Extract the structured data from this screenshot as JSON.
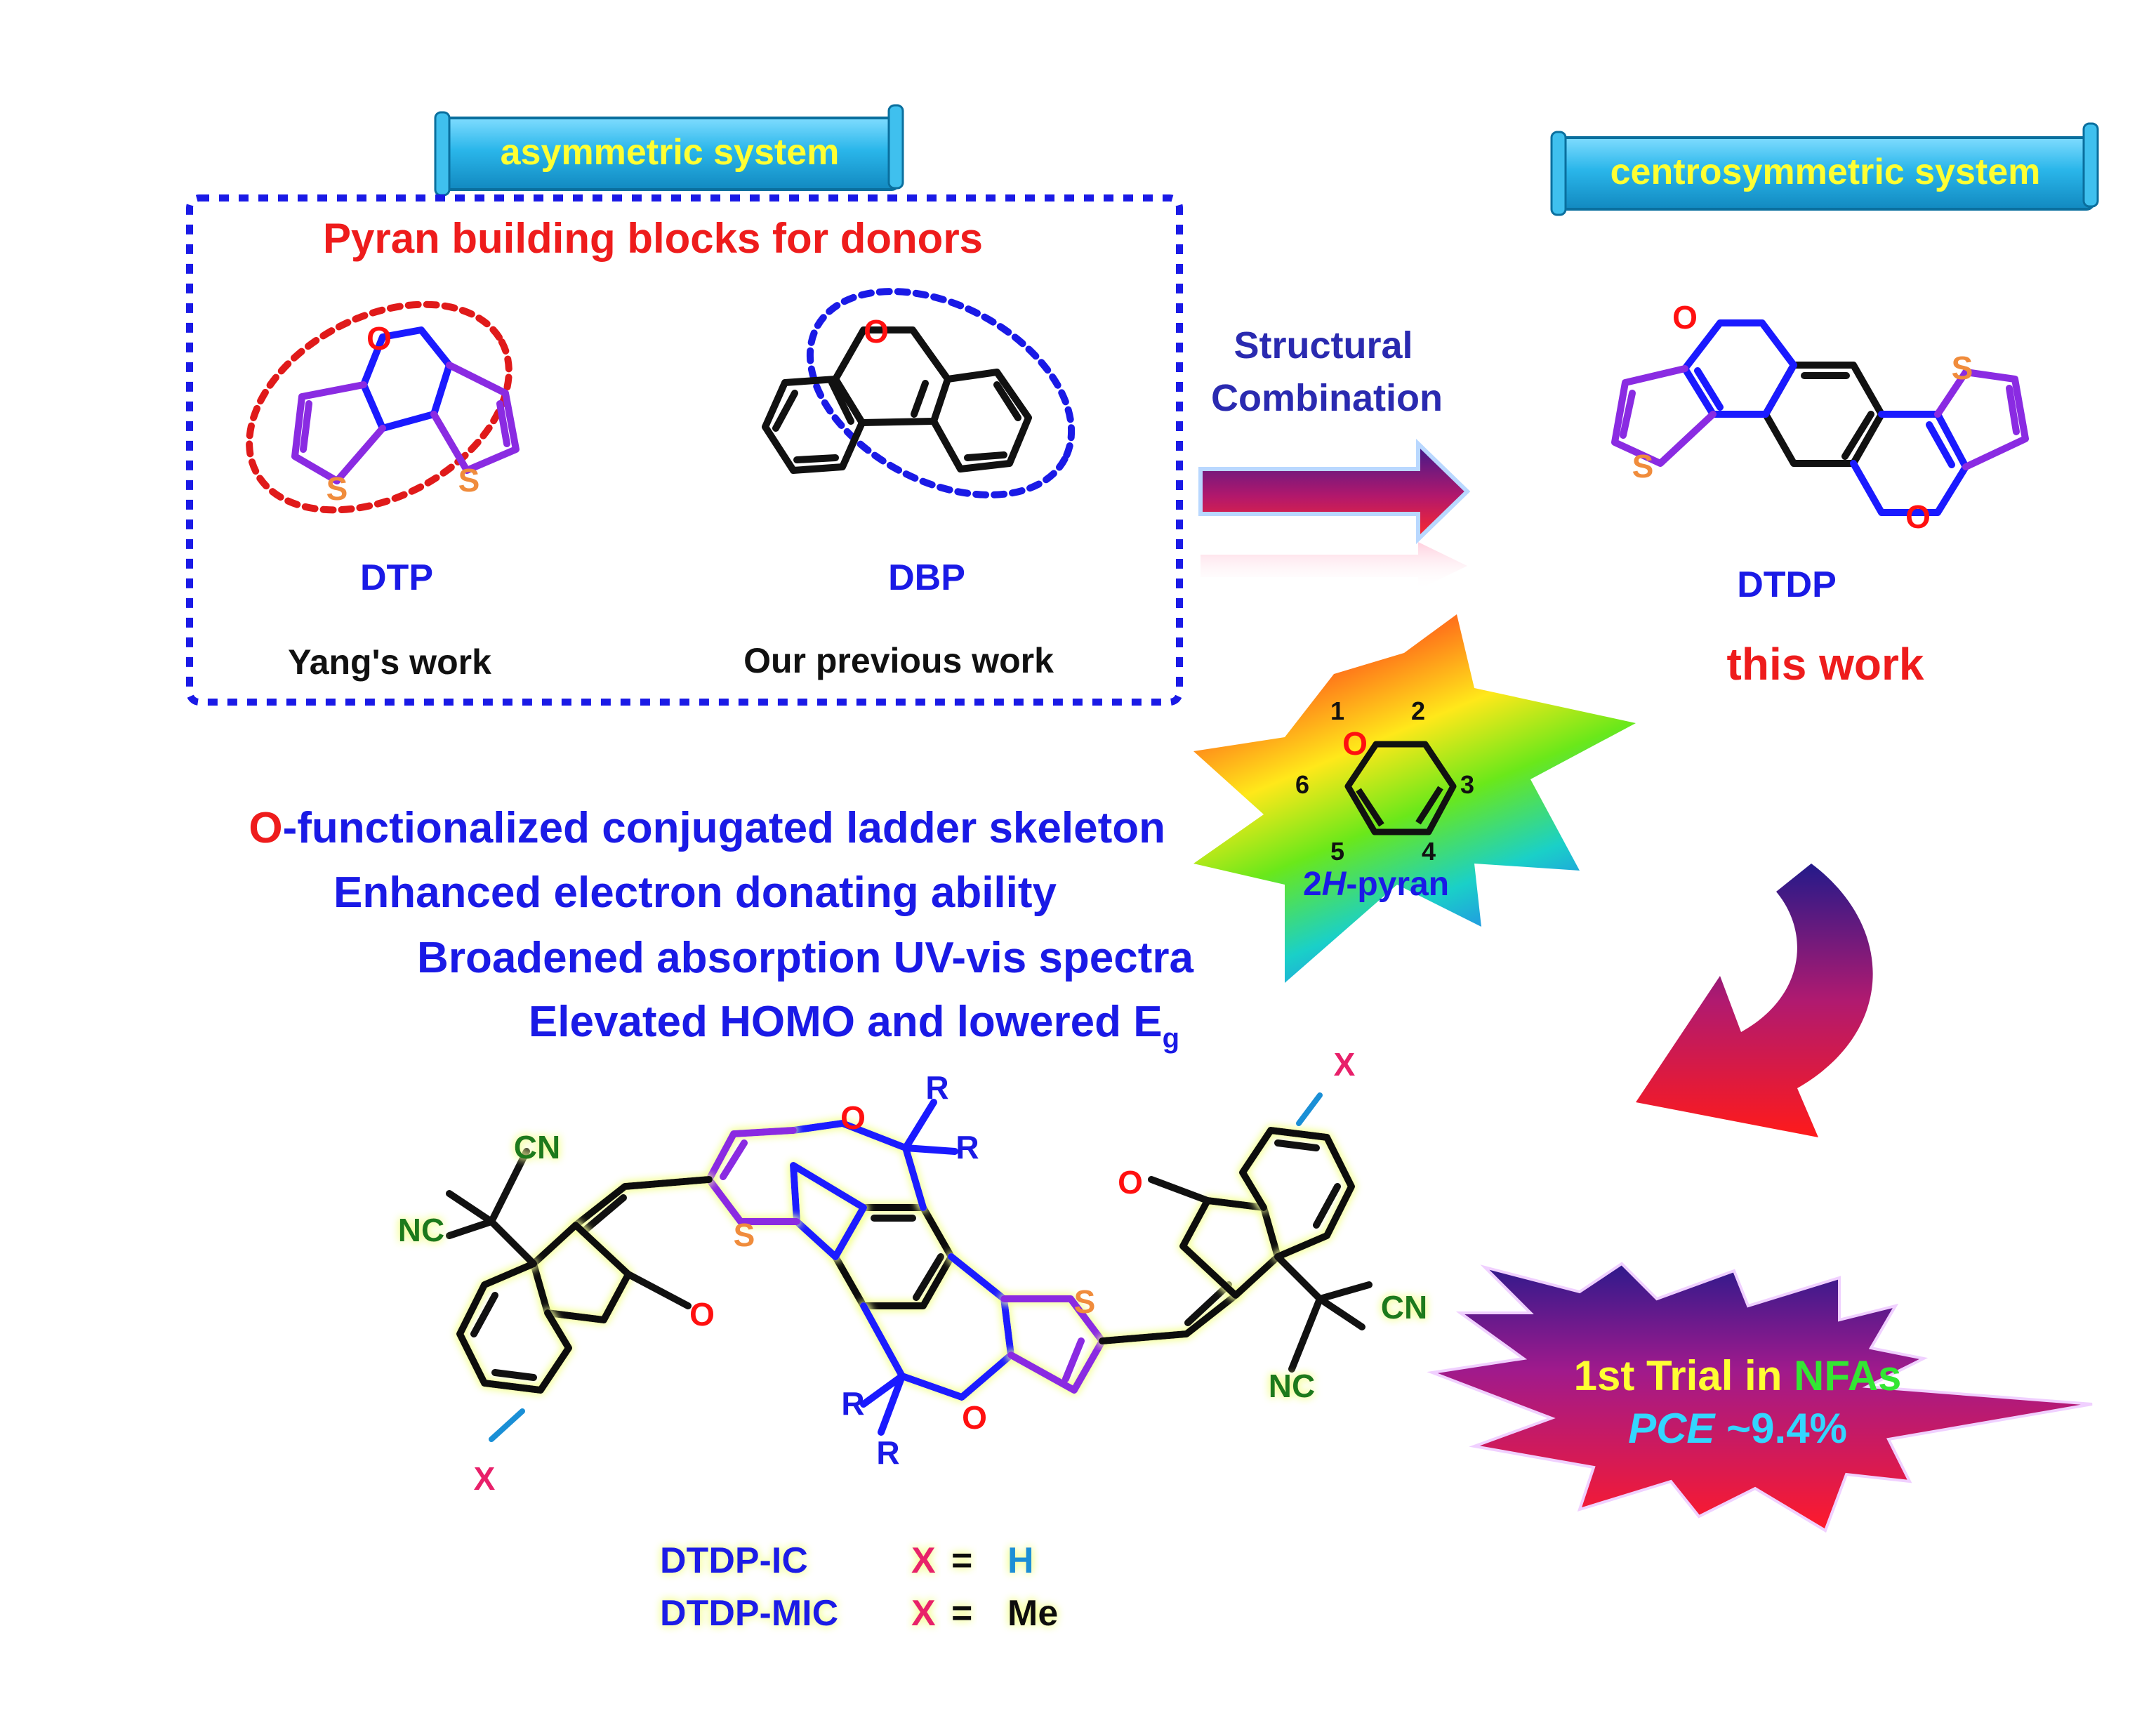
{
  "banners": {
    "asymmetric": "asymmetric system",
    "centrosymmetric": "centrosymmetric system"
  },
  "box": {
    "title": "Pyran building blocks for donors",
    "dtp_label": "DTP",
    "dbp_label": "DBP",
    "yang": "Yang's work",
    "previous": "Our previous work"
  },
  "arrow_text": {
    "line1": "Structural",
    "line2": "Combination"
  },
  "dtdp": {
    "label": "DTDP",
    "this_work": "this work"
  },
  "pyran": {
    "numbers": [
      "1",
      "2",
      "3",
      "4",
      "5",
      "6"
    ],
    "prefix": "2",
    "italic": "H",
    "suffix": "-pyran"
  },
  "features": {
    "line1_o": "O",
    "line1_rest": "-functionalized conjugated ladder skeleton",
    "line2": "Enhanced electron donating ability",
    "line3": "Broadened absorption UV-vis spectra",
    "line4_main": "Elevated HOMO and lowered E",
    "line4_sub": "g"
  },
  "atoms": {
    "O": "O",
    "S": "S",
    "R": "R",
    "X": "X",
    "CN": "CN",
    "NC": "NC"
  },
  "legend": {
    "row1_name": "DTDP-IC",
    "row1_x": "X",
    "row1_eq": "=",
    "row1_val": "H",
    "row2_name": "DTDP-MIC",
    "row2_x": "X",
    "row2_eq": "=",
    "row2_val": "Me"
  },
  "burst": {
    "line1_a": "1st Trial in ",
    "line1_b": "NFAs",
    "line2_a": "PCE",
    "line2_b": " ~9.4%"
  },
  "colors": {
    "oxygen": "#ff1010",
    "sulfur": "#f08c3c",
    "thiophene_bond": "#8a2be2",
    "pyran_bond": "#1a1aff",
    "title_red": "#ee1c1c",
    "feature_blue": "#1a1ae6",
    "nitrile_green": "#1a7a1a",
    "x_magenta": "#e8206a",
    "banner_text": "#ffff33",
    "banner_fill": "#22b0e6"
  }
}
